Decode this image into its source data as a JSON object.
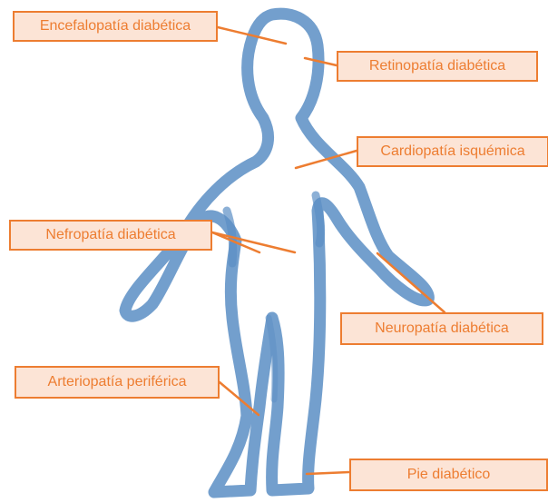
{
  "labels": {
    "encefalopatia": "Encefalopatía diabética",
    "retinopatia": "Retinopatía diabética",
    "cardiopatia": "Cardiopatía isquémica",
    "nefropatia": "Nefropatía diabética",
    "neuropatia": "Neuropatía diabética",
    "arteriopatia": "Arteriopatía periférica",
    "pie": "Pie diabético"
  },
  "colors": {
    "label_fill": "#fce4d6",
    "label_border": "#ed7d31",
    "label_text": "#ed7d31",
    "connector": "#ed7d31",
    "body_outline": "#5b8ec4"
  }
}
